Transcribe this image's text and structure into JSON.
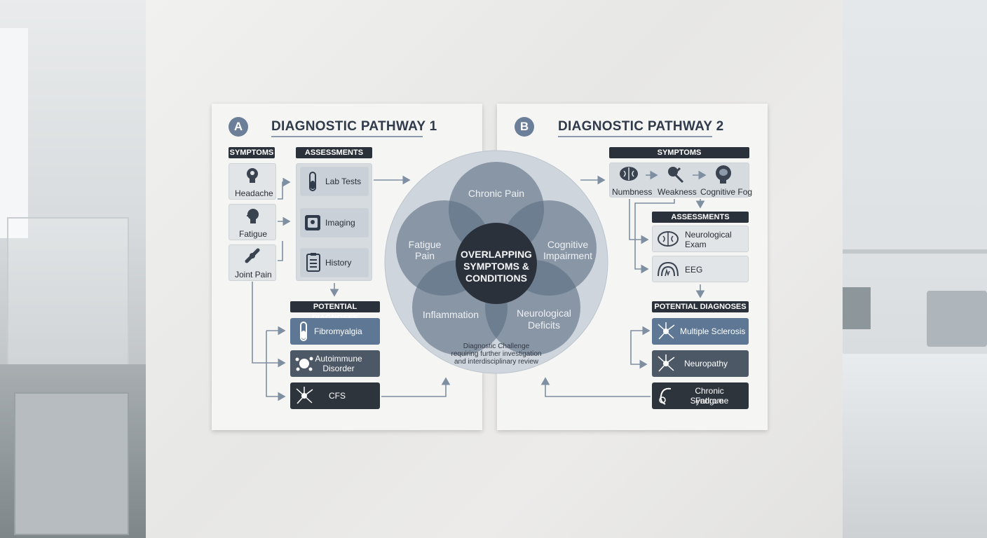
{
  "pathway_a": {
    "badge": "A",
    "title": "DIAGNOSTIC PATHWAY 1",
    "symptoms_header": "SYMPTOMS",
    "symptoms": [
      {
        "label": "Headache",
        "icon": "head-icon"
      },
      {
        "label": "Fatigue",
        "icon": "tired-head-icon"
      },
      {
        "label": "Joint Pain",
        "icon": "joint-icon"
      }
    ],
    "assessments_header": "ASSESSMENTS",
    "assessments": [
      {
        "label": "Lab Tests",
        "icon": "test-tube-icon"
      },
      {
        "label": "Imaging",
        "icon": "scanner-icon"
      },
      {
        "label": "History",
        "icon": "clipboard-icon"
      }
    ],
    "diagnoses_header": "POTENTIAL DIAGNOSES",
    "diagnoses": [
      {
        "label": "Fibromyalgia",
        "icon": "test-tube-icon"
      },
      {
        "label": "Autoimmune Disorder",
        "line1": "Autoimmune",
        "line2": "Disorder",
        "icon": "virus-icon"
      },
      {
        "label": "CFS",
        "icon": "neuron-icon"
      }
    ]
  },
  "pathway_b": {
    "badge": "B",
    "title": "DIAGNOSTIC PATHWAY 2",
    "symptoms_header": "SYMPTOMS",
    "symptoms": [
      {
        "label": "Numbness",
        "icon": "brain-icon"
      },
      {
        "label": "Weakness",
        "icon": "nerve-icon"
      },
      {
        "label": "Cognitive Fog",
        "icon": "brain-head-icon"
      }
    ],
    "assessments_header": "ASSESSMENTS",
    "assessments": [
      {
        "label": "Neurological Exam",
        "line1": "Neurological",
        "line2": "Exam",
        "icon": "brain-icon"
      },
      {
        "label": "EEG",
        "icon": "eeg-icon"
      }
    ],
    "diagnoses_header": "POTENTIAL DIAGNOSES",
    "diagnoses": [
      {
        "label": "Multiple Sclerosis",
        "icon": "neuron-icon"
      },
      {
        "label": "Neuropathy",
        "icon": "neuron-icon"
      },
      {
        "label": "Chronic Fatigue Syndrome",
        "line1": "Chronic Fatigue",
        "line2": "Syndrome",
        "icon": "tired-head-icon"
      }
    ]
  },
  "venn": {
    "center_lines": [
      "OVERLAPPING",
      "SYMPTOMS &",
      "CONDITIONS"
    ],
    "petals": {
      "top": "Chronic Pain",
      "left": [
        "Fatigue",
        "Pain"
      ],
      "right": [
        "Cognitive",
        "Impairment"
      ],
      "bottom_left": "Inflammation",
      "bottom_right": [
        "Neurological",
        "Deficits"
      ]
    },
    "challenge_lines": [
      "Diagnostic Challenge",
      "requiring further investigation",
      "and interdisciplinary review"
    ]
  },
  "colors": {
    "dark_header": "#2b313b",
    "blue_box": "#5d7794",
    "slate_box": "#4d5866",
    "arrow": "#7f8fa2"
  }
}
